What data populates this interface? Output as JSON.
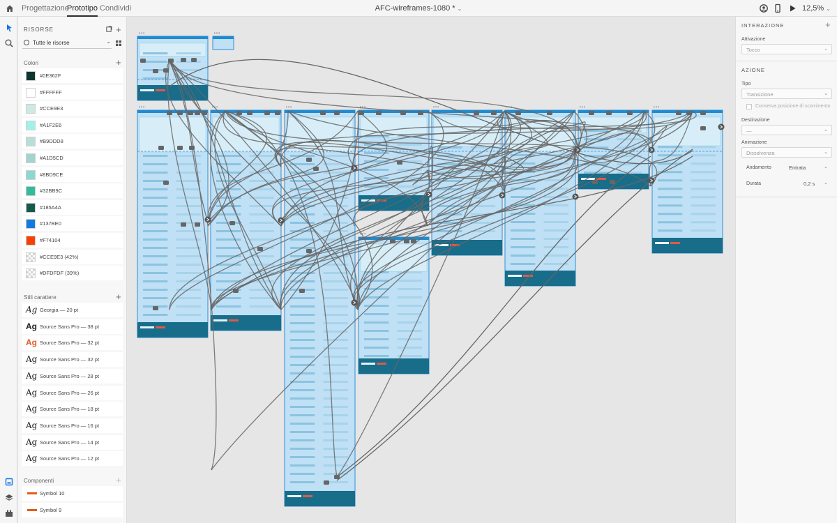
{
  "topbar": {
    "tabs": [
      "Progettazione",
      "Prototipo",
      "Condividi"
    ],
    "active_tab": "Prototipo",
    "document_title": "AFC-wireframes-1080 *",
    "zoom": "12,5%"
  },
  "assets": {
    "title": "RISORSE",
    "filter_label": "Tutte le risorse",
    "colors_title": "Colori",
    "colors": [
      {
        "label": "#0E362F",
        "hex": "#0E362F"
      },
      {
        "label": "#FFFFFF",
        "hex": "#FFFFFF"
      },
      {
        "label": "#CCE9E3",
        "hex": "#CCE9E3"
      },
      {
        "label": "#A1F2E6",
        "hex": "#A1F2E6"
      },
      {
        "label": "#B9DDD8",
        "hex": "#B9DDD8"
      },
      {
        "label": "#A1D5CD",
        "hex": "#A1D5CD"
      },
      {
        "label": "#8BD9CE",
        "hex": "#8BD9CE"
      },
      {
        "label": "#32BB9C",
        "hex": "#32BB9C"
      },
      {
        "label": "#185A4A",
        "hex": "#185A4A"
      },
      {
        "label": "#137BE0",
        "hex": "#137BE0"
      },
      {
        "label": "#F74104",
        "hex": "#F74104"
      },
      {
        "label": "#CCE9E3 (42%)",
        "hex": "checker"
      },
      {
        "label": "#DFDFDF (39%)",
        "hex": "checker"
      }
    ],
    "char_styles_title": "Stili carattere",
    "char_styles": [
      {
        "glyph": "Ag",
        "label": "Georgia — 20 pt",
        "variant": "serif"
      },
      {
        "glyph": "Ag",
        "label": "Source Sans Pro — 38 pt",
        "variant": "bold"
      },
      {
        "glyph": "Ag",
        "label": "Source Sans Pro — 32 pt",
        "variant": "red"
      },
      {
        "glyph": "Ag",
        "label": "Source Sans Pro — 32 pt",
        "variant": "regular"
      },
      {
        "glyph": "Ag",
        "label": "Source Sans Pro — 28 pt",
        "variant": "regular"
      },
      {
        "glyph": "Ag",
        "label": "Source Sans Pro — 26 pt",
        "variant": "regular"
      },
      {
        "glyph": "Ag",
        "label": "Source Sans Pro — 18 pt",
        "variant": "regular"
      },
      {
        "glyph": "Ag",
        "label": "Source Sans Pro — 16 pt",
        "variant": "regular"
      },
      {
        "glyph": "Ag",
        "label": "Source Sans Pro — 14 pt",
        "variant": "regular"
      },
      {
        "glyph": "Ag",
        "label": "Source Sans Pro — 12 pt",
        "variant": "regular"
      }
    ],
    "components_title": "Componenti",
    "components": [
      {
        "label": "Symbol 10"
      },
      {
        "label": "Symbol 9"
      }
    ]
  },
  "inspector": {
    "interaction_title": "INTERAZIONE",
    "trigger_label": "Attivazione",
    "trigger_value": "Tocco",
    "action_title": "AZIONE",
    "type_label": "Tipo",
    "type_value": "Transizione",
    "preserve_scroll_label": "Conserva posizione di scorrimento",
    "destination_label": "Destinazione",
    "destination_value": "—",
    "animation_label": "Animazione",
    "animation_value": "Dissolvenza",
    "easing_label": "Andamento",
    "easing_value": "Entrata",
    "duration_label": "Durata",
    "duration_value": "0,2 s"
  }
}
